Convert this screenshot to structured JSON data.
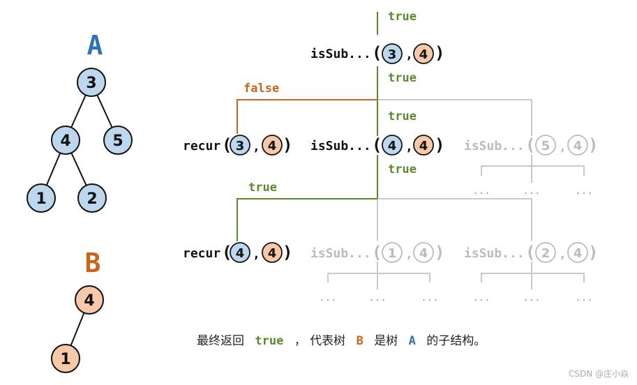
{
  "tree_a": {
    "title": "A",
    "nodes": [
      "3",
      "4",
      "5",
      "1",
      "2"
    ]
  },
  "tree_b": {
    "title": "B",
    "nodes": [
      "4",
      "1"
    ]
  },
  "labels": {
    "true": "true",
    "false": "false",
    "issub": "isSub...",
    "recur": "recur",
    "ellipsis": "...",
    "comma": ","
  },
  "calls": {
    "root": {
      "fn": "isSub...",
      "a": "3",
      "b": "4"
    },
    "level1": [
      {
        "fn": "recur",
        "a": "3",
        "b": "4",
        "active": true
      },
      {
        "fn": "isSub...",
        "a": "4",
        "b": "4",
        "active": true
      },
      {
        "fn": "isSub...",
        "a": "5",
        "b": "4",
        "active": false
      }
    ],
    "level2": [
      {
        "fn": "recur",
        "a": "4",
        "b": "4",
        "active": true
      },
      {
        "fn": "isSub...",
        "a": "1",
        "b": "4",
        "active": false
      },
      {
        "fn": "isSub...",
        "a": "2",
        "b": "4",
        "active": false
      }
    ]
  },
  "caption": {
    "prefix": "最终返回",
    "true_word": "true",
    "comma": "，",
    "mid": "代表树",
    "tree_b": "B",
    "mid2": "是树",
    "tree_a": "A",
    "suffix": "的子结构。"
  },
  "watermark": "CSDN @庄小焱",
  "colors": {
    "blue_fill": "#bdd7ee",
    "orange_fill": "#f7c9a8",
    "green": "#5a8a2b",
    "orange": "#c8651f",
    "blue": "#2f72b8",
    "gray": "#c8c8c8"
  }
}
